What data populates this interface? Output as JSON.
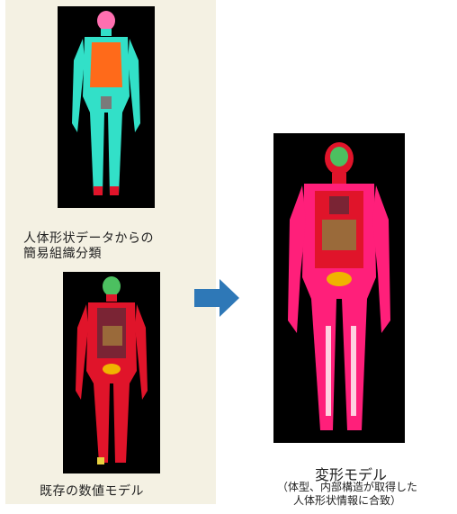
{
  "left": {
    "caption_top": [
      "人体形状データからの",
      "簡易組織分類"
    ],
    "caption_bottom": "既存の数値モデル"
  },
  "right": {
    "title": "変形モデル",
    "subtitle": [
      "（体型、内部構造が取得した",
      "人体形状情報に合致）"
    ]
  },
  "colors": {
    "arrow": "#2e78b7",
    "panel": "#f4f1e3",
    "tissue_cyan": "#32e0c8",
    "tissue_orange": "#ff6a1a",
    "tissue_magenta": "#ff1f7a",
    "tissue_red": "#e0142a"
  },
  "icons": [
    "right-arrow-icon"
  ]
}
